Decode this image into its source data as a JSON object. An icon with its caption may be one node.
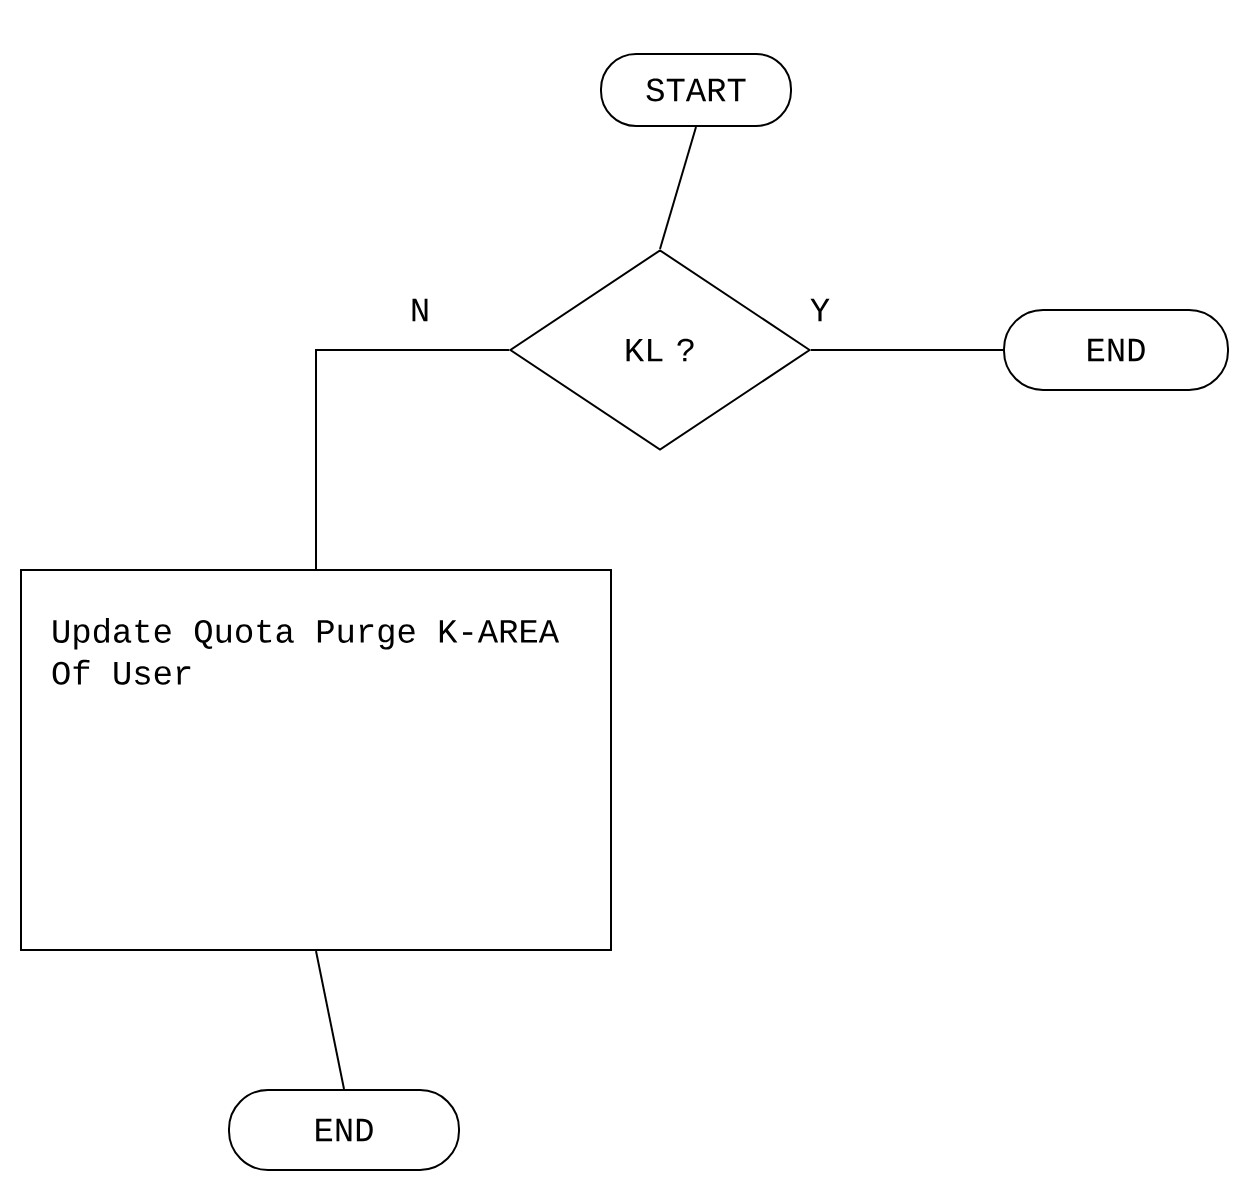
{
  "diagram": {
    "nodes": [
      {
        "text": [
          "START"
        ]
      },
      {
        "text": [
          "KL ?"
        ]
      },
      {
        "text": [
          "END"
        ]
      },
      {
        "text": [
          "Update Quota Purge K-AREA Of User"
        ]
      },
      {
        "text": [
          "END"
        ]
      }
    ],
    "edges": [
      {
        "from": 0,
        "to": 1,
        "arrow": "none"
      },
      {
        "from": 1,
        "to": 2,
        "arrow": "none",
        "label": "Y"
      },
      {
        "from": 1,
        "to": 3,
        "arrow": "none",
        "label": "N"
      },
      {
        "from": 3,
        "to": 4,
        "arrow": "none"
      }
    ]
  }
}
